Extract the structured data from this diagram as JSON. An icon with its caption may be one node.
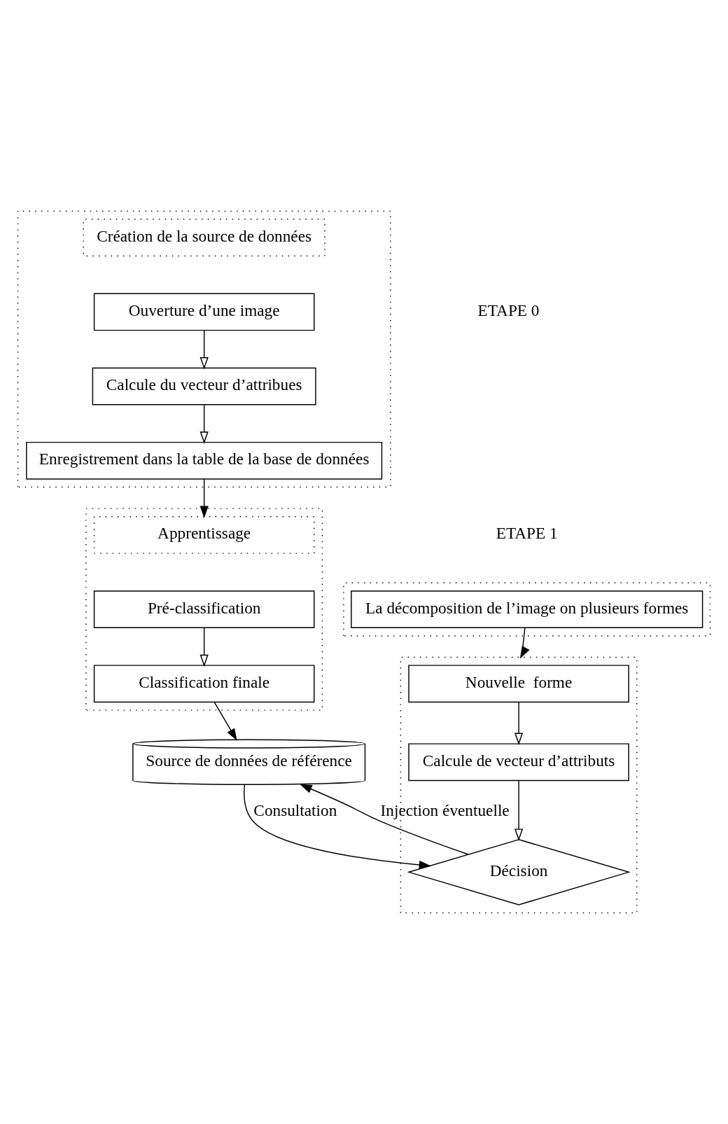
{
  "diagram": {
    "nodes": [
      {
        "text": [],
        "shape": "box"
      },
      {
        "text": [
          "Création de la source de données"
        ],
        "in": 0
      },
      {
        "text": [
          "Ouverture d’une image"
        ],
        "in": 0
      },
      {
        "text": [
          "Calcule du vecteur d’attribues"
        ],
        "in": 0
      },
      {
        "text": [
          "Enregistrement dans la table de la base de données"
        ],
        "in": 0
      },
      {
        "text": [],
        "shape": "box"
      },
      {
        "text": [
          "Apprentissage"
        ],
        "in": 5
      },
      {
        "text": [
          "Pré-classification"
        ],
        "in": 5
      },
      {
        "text": [
          "Classification finale"
        ],
        "in": 5
      },
      {
        "text": [
          "Source de données de référence"
        ]
      },
      {
        "text": [],
        "shape": "box"
      },
      {
        "text": [
          "La décomposition de l’image on plusieurs formes"
        ],
        "in": 10
      },
      {
        "text": [],
        "shape": "box"
      },
      {
        "text": [
          "Nouvelle  forme"
        ],
        "in": 12
      },
      {
        "text": [
          "Calcule de vecteur d’attributs"
        ],
        "in": 12
      },
      {
        "text": [
          "Décision"
        ],
        "in": 12
      }
    ],
    "edges": [
      {
        "from": 2,
        "to": 3,
        "arrow": "to"
      },
      {
        "from": 3,
        "to": 4,
        "arrow": "to"
      },
      {
        "from": 4,
        "to": 6,
        "arrow": "to"
      },
      {
        "from": 7,
        "to": 8,
        "arrow": "to"
      },
      {
        "from": 8,
        "to": 9,
        "arrow": "to"
      },
      {
        "from": 11,
        "to": 12,
        "arrow": "to"
      },
      {
        "from": 13,
        "to": 14,
        "arrow": "to"
      },
      {
        "from": 14,
        "to": 15,
        "arrow": "to"
      },
      {
        "from": 9,
        "to": 15,
        "arrow": "to",
        "label": "Consultation"
      },
      {
        "from": 15,
        "to": 9,
        "arrow": "to",
        "label": "Injection éventuelle"
      }
    ],
    "labels": [
      "ETAPE 0",
      "ETAPE 1"
    ]
  }
}
